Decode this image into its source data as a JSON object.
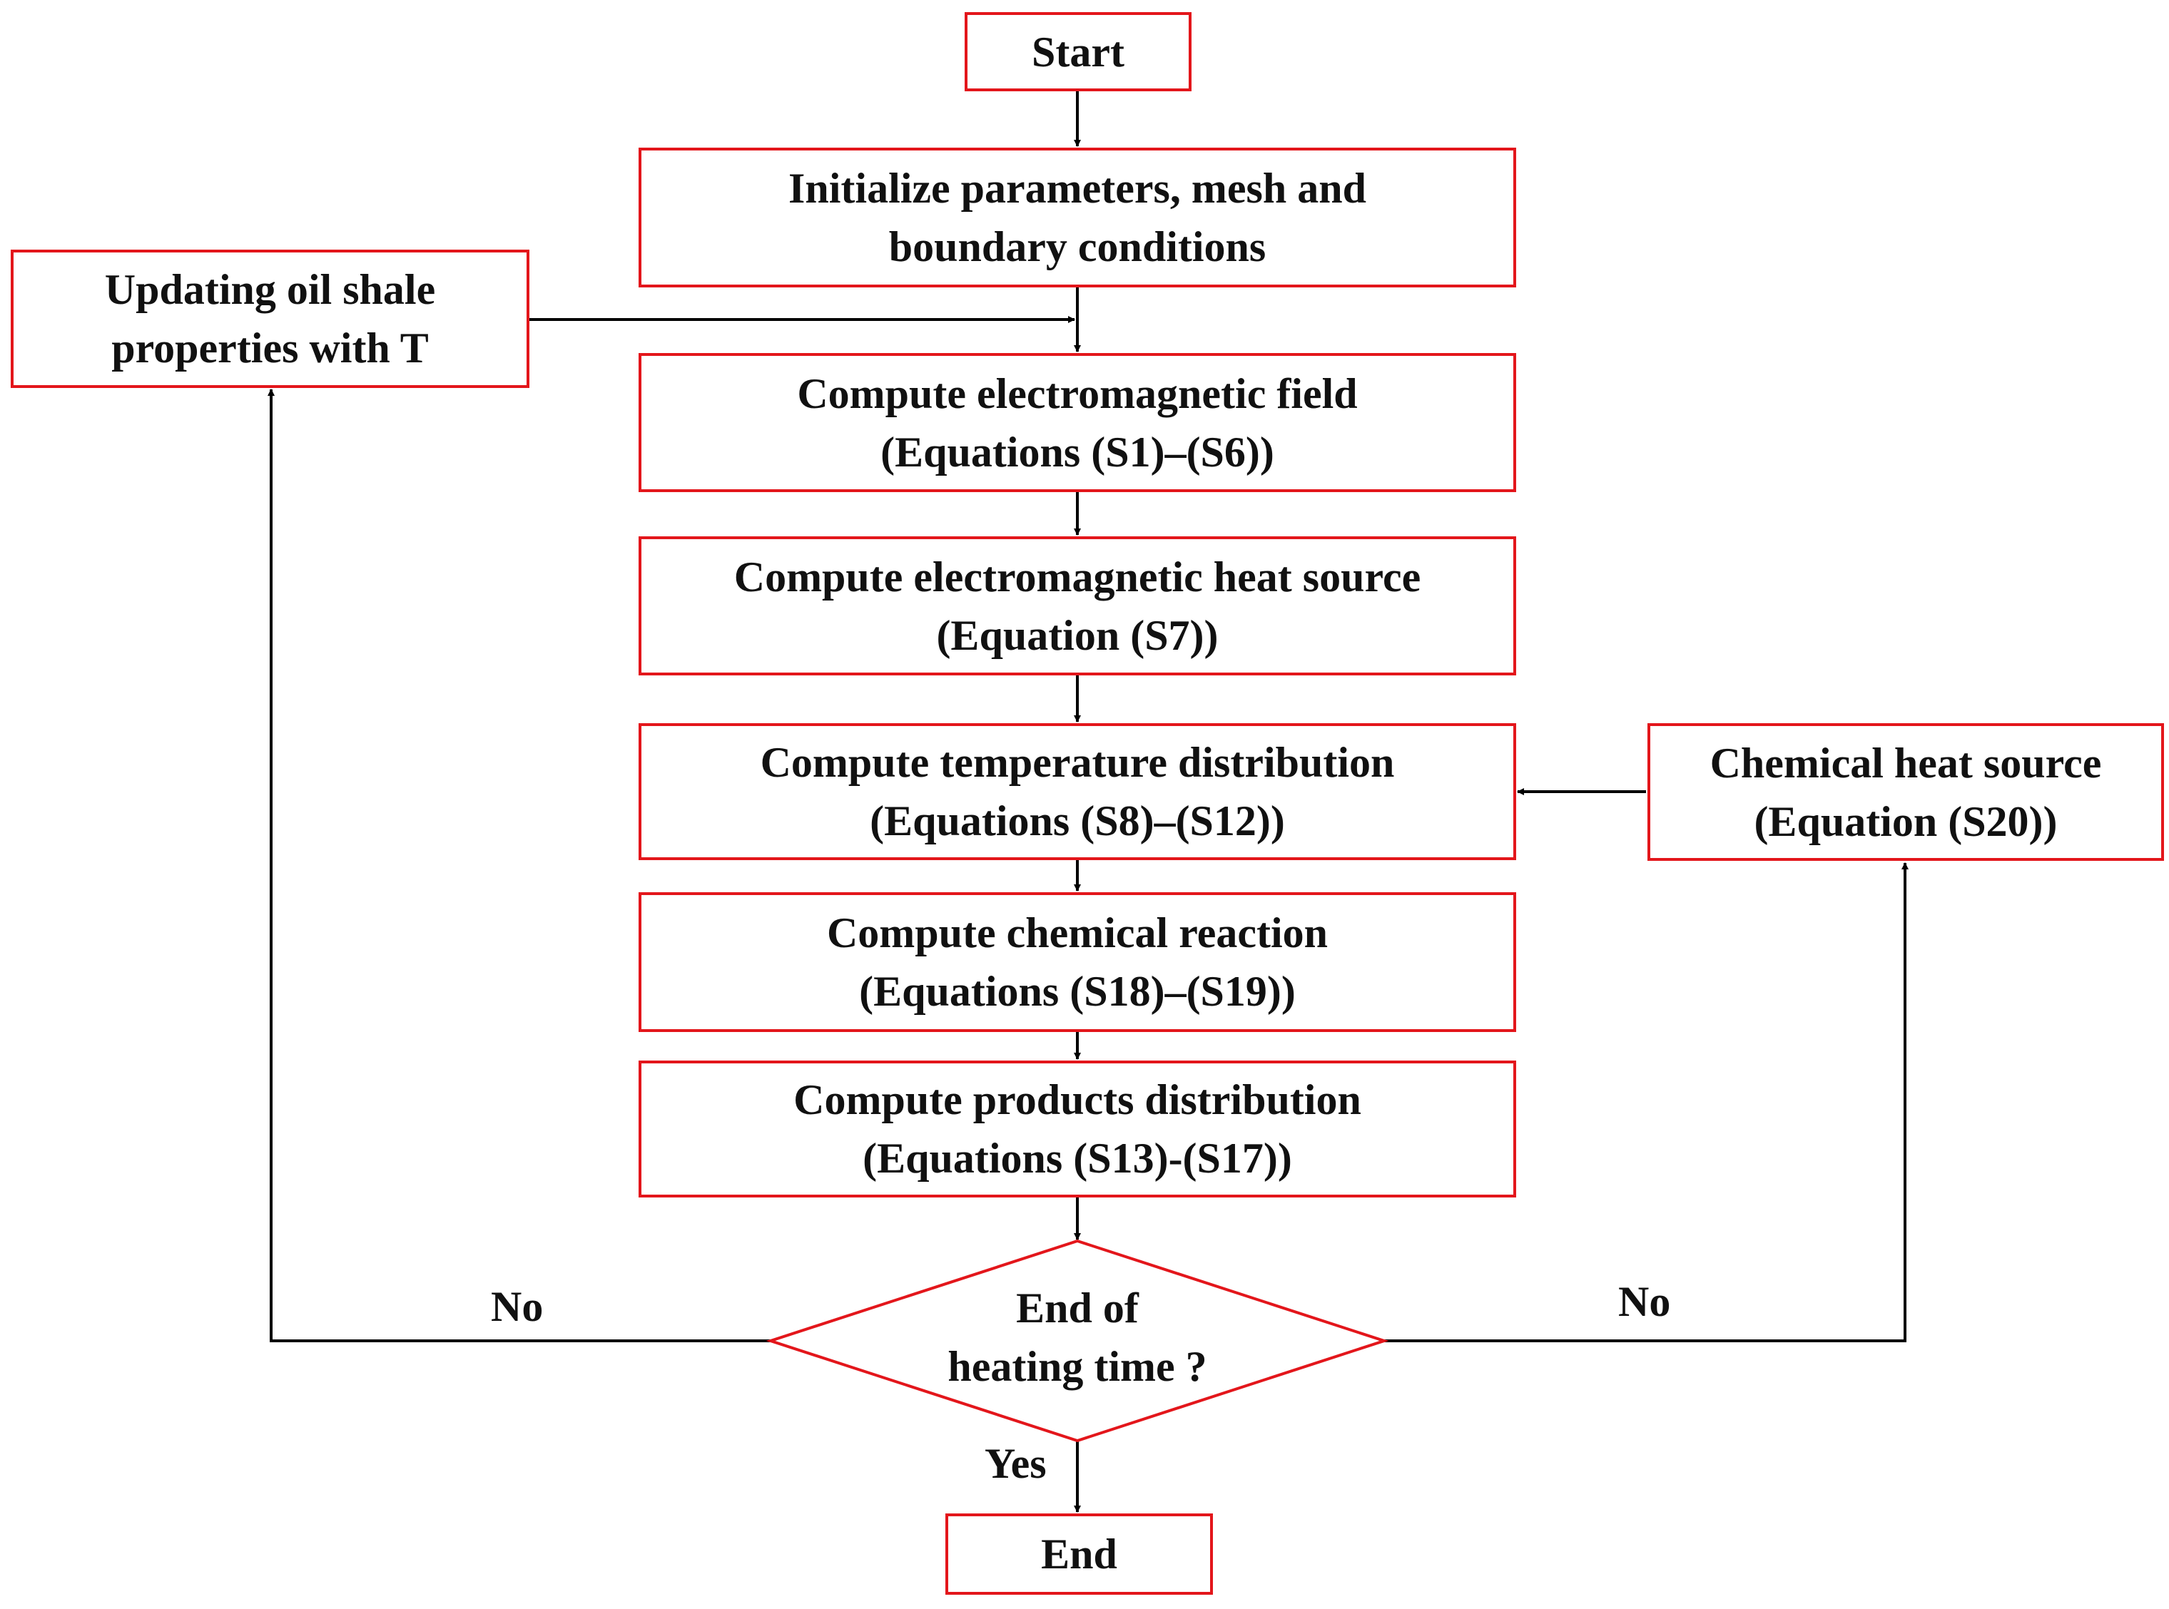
{
  "colors": {
    "box_border": "#e3161b",
    "arrow": "#000000",
    "text": "#111111"
  },
  "nodes": {
    "start": [
      "Start"
    ],
    "init": [
      "Initialize parameters, mesh and",
      "boundary conditions"
    ],
    "update": [
      "Updating oil shale",
      "properties with T"
    ],
    "em_field": [
      "Compute electromagnetic field",
      "(Equations (S1)–(S6))"
    ],
    "em_heat": [
      "Compute electromagnetic heat source",
      "(Equation (S7))"
    ],
    "temp": [
      "Compute temperature distribution",
      "(Equations (S8)–(S12))"
    ],
    "chem_heat": [
      "Chemical heat source",
      "(Equation (S20))"
    ],
    "chem_reaction": [
      "Compute chemical reaction",
      "(Equations (S18)–(S19))"
    ],
    "products": [
      "Compute products distribution",
      "(Equations (S13)-(S17))"
    ],
    "decision": [
      "End of",
      "heating time ?"
    ],
    "end": [
      "End"
    ]
  },
  "edge_labels": {
    "no_left": "No",
    "no_right": "No",
    "yes": "Yes"
  }
}
